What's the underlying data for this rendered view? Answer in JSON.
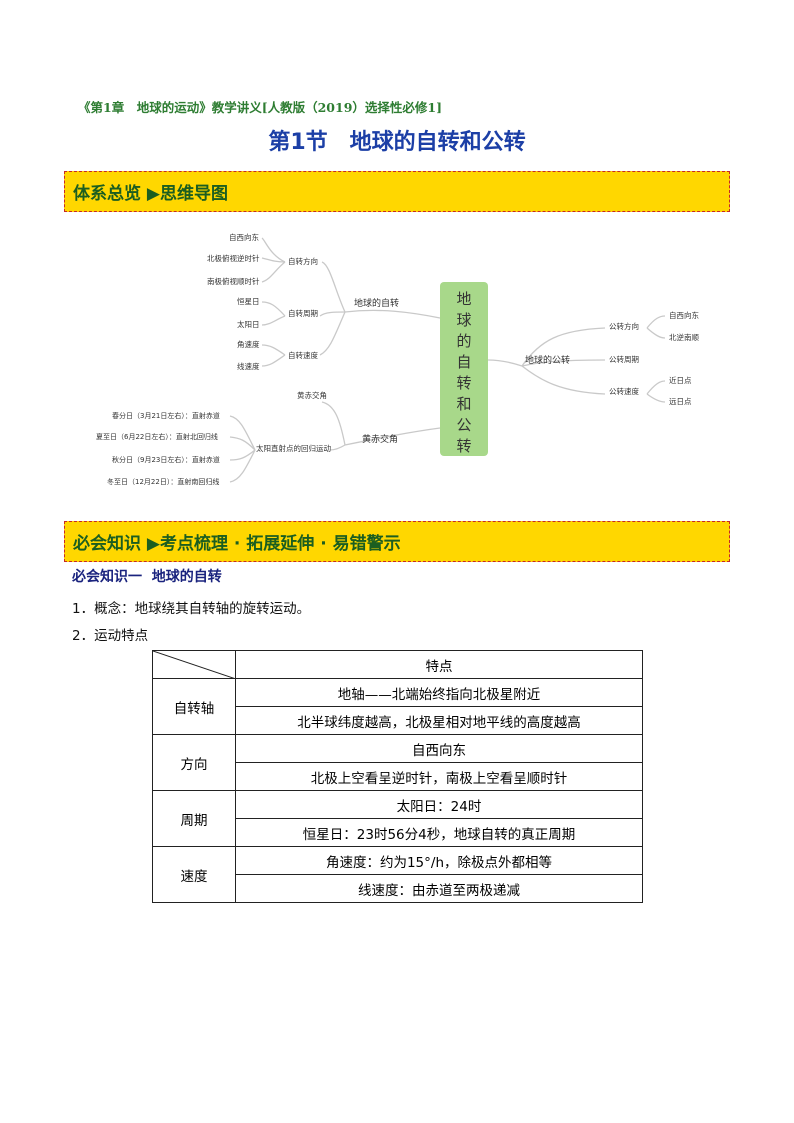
{
  "header": {
    "series": "《第1章　地球的运动》教学讲义[人教版（2019）选择性必修1]"
  },
  "title": "第1节　地球的自转和公转",
  "banner1": {
    "label": "体系总览 ▶思维导图"
  },
  "mindmap": {
    "center": [
      "地",
      "球",
      "的",
      "自",
      "转",
      "和",
      "公",
      "转"
    ],
    "rotation": {
      "label": "地球的自转",
      "direction": {
        "label": "自转方向",
        "items": [
          "自西向东",
          "北极俯视逆时针",
          "南极俯视顺时针"
        ]
      },
      "period": {
        "label": "自转周期",
        "items": [
          "恒星日",
          "太阳日"
        ]
      },
      "speed": {
        "label": "自转速度",
        "items": [
          "角速度",
          "线速度"
        ]
      }
    },
    "obliquity": {
      "label": "黄赤交角",
      "def": "黄赤交角",
      "motion": {
        "label": "太阳直射点的回归运动",
        "items": [
          "春分日（3月21日左右）：直射赤道",
          "夏至日（6月22日左右）：直射北回归线",
          "秋分日（9月23日左右）：直射赤道",
          "冬至日（12月22日）：直射南回归线"
        ]
      }
    },
    "revolution": {
      "label": "地球的公转",
      "direction": {
        "label": "公转方向",
        "items": [
          "自西向东",
          "北逆南顺"
        ]
      },
      "period": {
        "label": "公转周期"
      },
      "speed": {
        "label": "公转速度",
        "items": [
          "近日点",
          "远日点"
        ]
      }
    }
  },
  "banner2": {
    "label": "必会知识 ▶考点梳理 · 拓展延伸 · 易错警示"
  },
  "section1": {
    "heading": "必会知识一  地球的自转",
    "p1": "1．概念：地球绕其自转轴的旋转运动。",
    "p2": "2．运动特点"
  },
  "table": {
    "header": "特点",
    "rows": [
      {
        "label": "自转轴",
        "items": [
          "地轴——北端始终指向北极星附近",
          "北半球纬度越高，北极星相对地平线的高度越高"
        ]
      },
      {
        "label": "方向",
        "items": [
          "自西向东",
          "北极上空看呈逆时针，南极上空看呈顺时针"
        ]
      },
      {
        "label": "周期",
        "items": [
          "太阳日：24时",
          "恒星日：23时56分4秒，地球自转的真正周期"
        ]
      },
      {
        "label": "速度",
        "items": [
          "角速度：约为15°/h，除极点外都相等",
          "线速度：由赤道至两极递减"
        ]
      }
    ]
  },
  "colors": {
    "banner_bg": "#ffd700",
    "banner_text": "#1b5e20",
    "title": "#1c3fa6",
    "center_box": "#a8d88a"
  }
}
